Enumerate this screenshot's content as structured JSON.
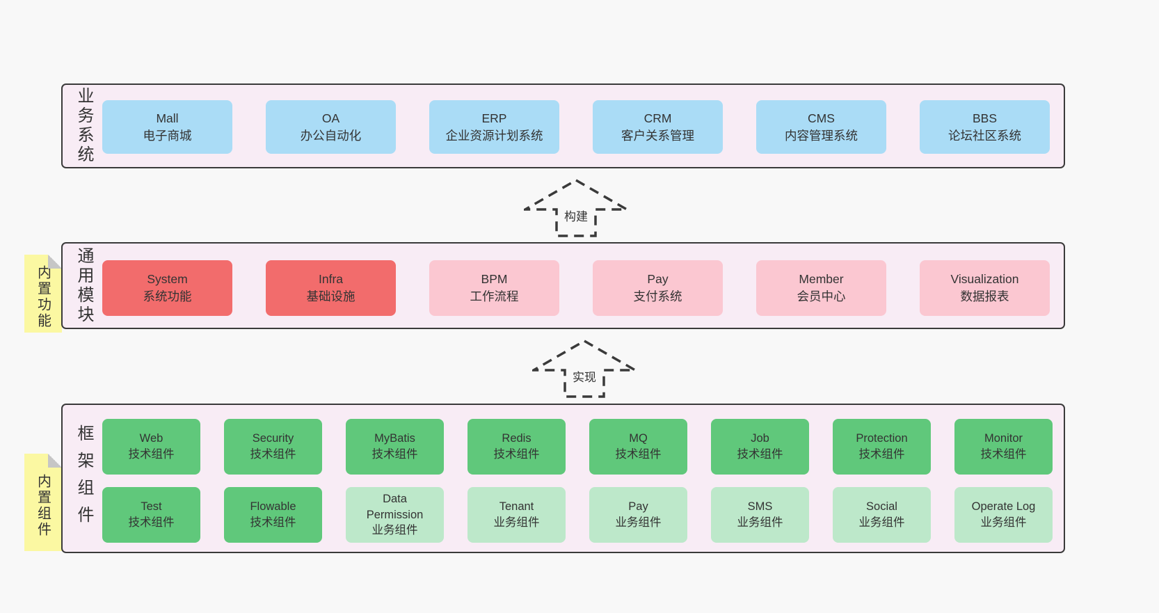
{
  "layers": [
    {
      "label": "业务系统",
      "boxes": [
        {
          "title": "Mall",
          "subtitle": "电子商城"
        },
        {
          "title": "OA",
          "subtitle": "办公自动化"
        },
        {
          "title": "ERP",
          "subtitle": "企业资源计划系统"
        },
        {
          "title": "CRM",
          "subtitle": "客户关系管理"
        },
        {
          "title": "CMS",
          "subtitle": "内容管理系统"
        },
        {
          "title": "BBS",
          "subtitle": "论坛社区系统"
        }
      ]
    },
    {
      "label": "通用模块",
      "sticky": "内置功能",
      "boxes": [
        {
          "title": "System",
          "subtitle": "系统功能"
        },
        {
          "title": "Infra",
          "subtitle": "基础设施"
        },
        {
          "title": "BPM",
          "subtitle": "工作流程"
        },
        {
          "title": "Pay",
          "subtitle": "支付系统"
        },
        {
          "title": "Member",
          "subtitle": "会员中心"
        },
        {
          "title": "Visualization",
          "subtitle": "数据报表"
        }
      ]
    },
    {
      "label": "框架组件",
      "sticky": "内置组件",
      "row1": [
        {
          "title": "Web",
          "subtitle": "技术组件"
        },
        {
          "title": "Security",
          "subtitle": "技术组件"
        },
        {
          "title": "MyBatis",
          "subtitle": "技术组件"
        },
        {
          "title": "Redis",
          "subtitle": "技术组件"
        },
        {
          "title": "MQ",
          "subtitle": "技术组件"
        },
        {
          "title": "Job",
          "subtitle": "技术组件"
        },
        {
          "title": "Protection",
          "subtitle": "技术组件"
        },
        {
          "title": "Monitor",
          "subtitle": "技术组件"
        }
      ],
      "row2": [
        {
          "title": "Test",
          "subtitle": "技术组件"
        },
        {
          "title": "Flowable",
          "subtitle": "技术组件"
        },
        {
          "title": "Data Permission",
          "subtitle": "业务组件"
        },
        {
          "title": "Tenant",
          "subtitle": "业务组件"
        },
        {
          "title": "Pay",
          "subtitle": "业务组件"
        },
        {
          "title": "SMS",
          "subtitle": "业务组件"
        },
        {
          "title": "Social",
          "subtitle": "业务组件"
        },
        {
          "title": "Operate Log",
          "subtitle": "业务组件"
        }
      ]
    }
  ],
  "arrows": [
    {
      "label": "构建"
    },
    {
      "label": "实现"
    }
  ],
  "colors": {
    "page_bg": "#f8f8f8",
    "layer_bg": "#f8ecf5",
    "layer_border": "#3a3a3a",
    "blue": "#aadcf6",
    "red": "#f26c6c",
    "pink": "#fbc7d1",
    "green": "#60c87b",
    "light_green": "#bde8ca",
    "sticky_yellow": "#fbf8a2",
    "sticky_fold": "#c6c6c6"
  }
}
